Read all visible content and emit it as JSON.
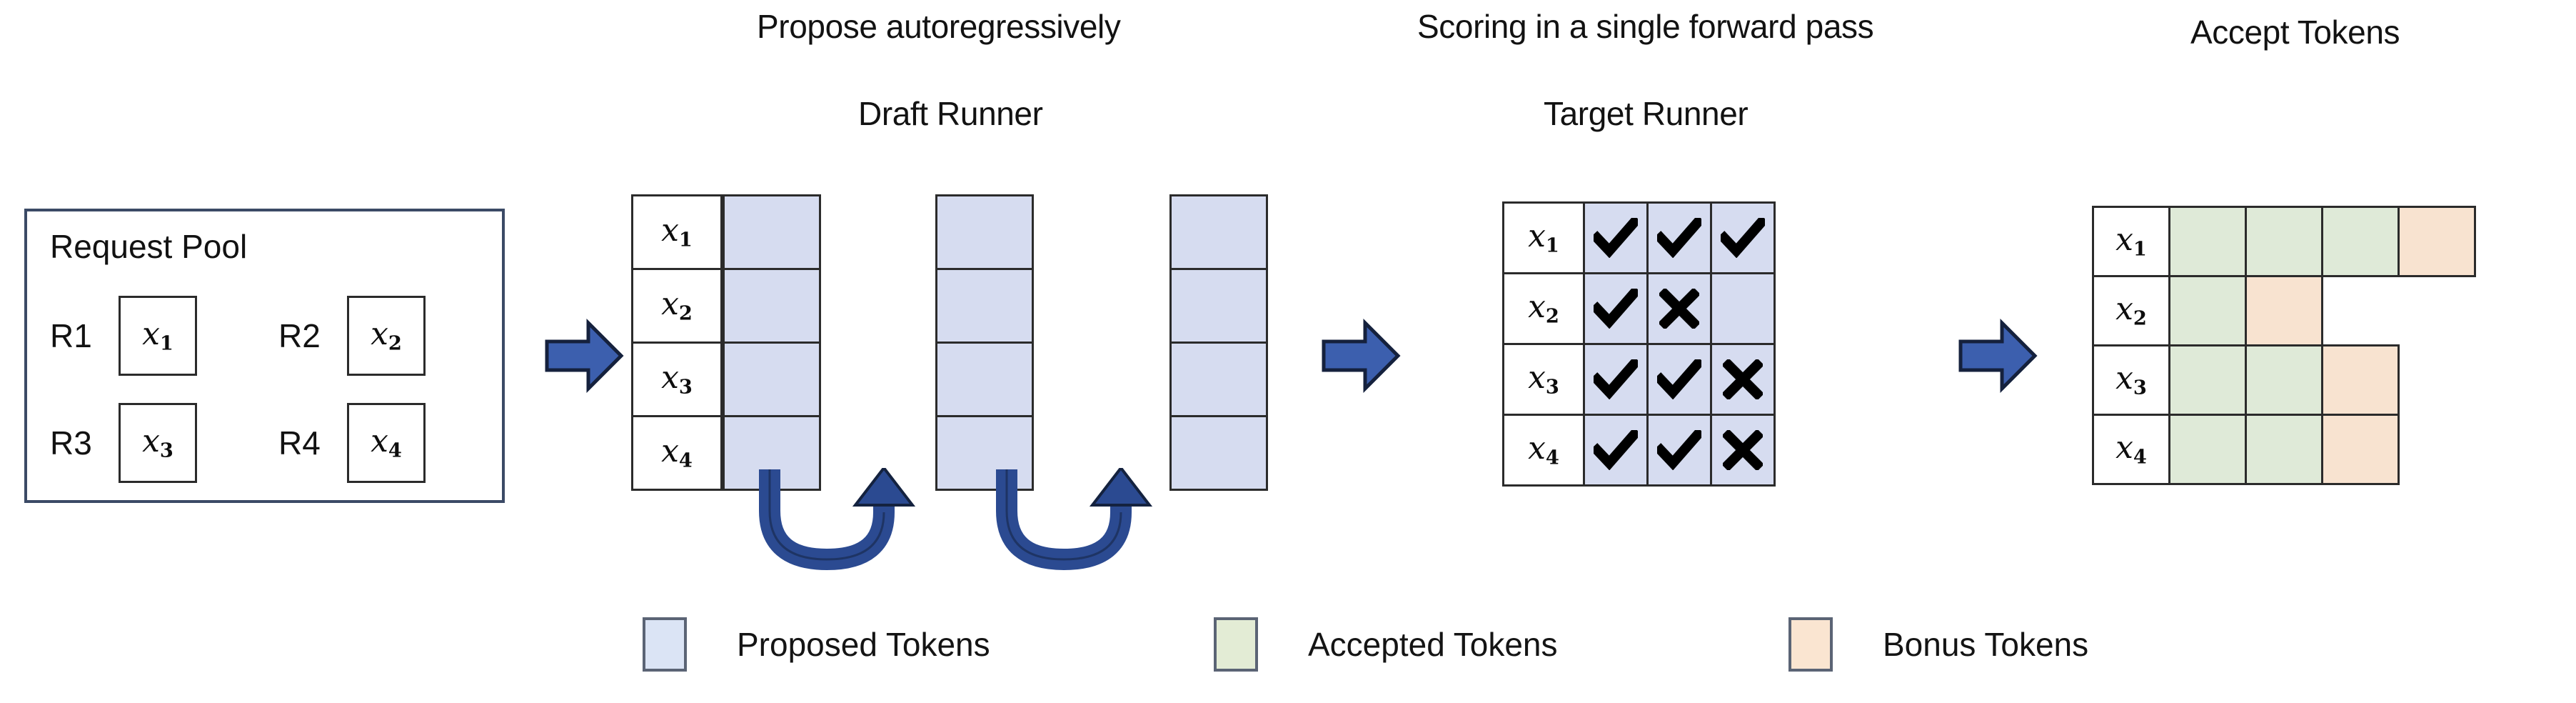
{
  "figure": {
    "background": "#ffffff",
    "accent_blue_arrow": "#3c5fae",
    "proposed_fill": "#d6dcf0",
    "accepted_fill": "#dfead8",
    "bonus_fill": "#f8e3d0",
    "border_color": "#2b2b2b"
  },
  "request_pool": {
    "title": "Request Pool",
    "requests": [
      {
        "label": "R1",
        "token": "x",
        "index": "1"
      },
      {
        "label": "R2",
        "token": "x",
        "index": "2"
      },
      {
        "label": "R3",
        "token": "x",
        "index": "3"
      },
      {
        "label": "R4",
        "token": "x",
        "index": "4"
      }
    ]
  },
  "draft_stage": {
    "caption": "Propose autoregressively",
    "name": "Draft Runner",
    "row_labels": [
      {
        "token": "x",
        "index": "1"
      },
      {
        "token": "x",
        "index": "2"
      },
      {
        "token": "x",
        "index": "3"
      },
      {
        "token": "x",
        "index": "4"
      }
    ],
    "steps": 3,
    "cells": [
      [
        "proposed",
        "proposed",
        "proposed"
      ],
      [
        "proposed",
        "proposed",
        "proposed"
      ],
      [
        "proposed",
        "proposed",
        "proposed"
      ],
      [
        "proposed",
        "proposed",
        "proposed"
      ]
    ],
    "loop_arrows": 2
  },
  "target_stage": {
    "caption": "Scoring in a single forward pass",
    "name": "Target Runner",
    "row_labels": [
      {
        "token": "x",
        "index": "1"
      },
      {
        "token": "x",
        "index": "2"
      },
      {
        "token": "x",
        "index": "3"
      },
      {
        "token": "x",
        "index": "4"
      }
    ],
    "marks": [
      [
        "check",
        "check",
        "check"
      ],
      [
        "check",
        "cross",
        "blank"
      ],
      [
        "check",
        "check",
        "cross"
      ],
      [
        "check",
        "check",
        "cross"
      ]
    ],
    "check_glyph": "✔",
    "cross_glyph": "✖"
  },
  "accept_stage": {
    "caption": "Accept Tokens",
    "row_labels": [
      {
        "token": "x",
        "index": "1"
      },
      {
        "token": "x",
        "index": "2"
      },
      {
        "token": "x",
        "index": "3"
      },
      {
        "token": "x",
        "index": "4"
      }
    ],
    "cells": [
      [
        "accepted",
        "accepted",
        "accepted",
        "bonus"
      ],
      [
        "accepted",
        "bonus",
        "none",
        "none"
      ],
      [
        "accepted",
        "accepted",
        "bonus",
        "none"
      ],
      [
        "accepted",
        "accepted",
        "bonus",
        "none"
      ]
    ]
  },
  "flow_arrows": [
    {
      "name": "pool-to-draft"
    },
    {
      "name": "draft-to-target"
    },
    {
      "name": "target-to-accept"
    }
  ],
  "legend": {
    "items": [
      {
        "label": "Proposed Tokens",
        "swatch": "blue",
        "color": "#dbe4f5"
      },
      {
        "label": "Accepted Tokens",
        "swatch": "green",
        "color": "#e3ecd5"
      },
      {
        "label": "Bonus Tokens",
        "swatch": "orange",
        "color": "#fae5d1"
      }
    ]
  }
}
